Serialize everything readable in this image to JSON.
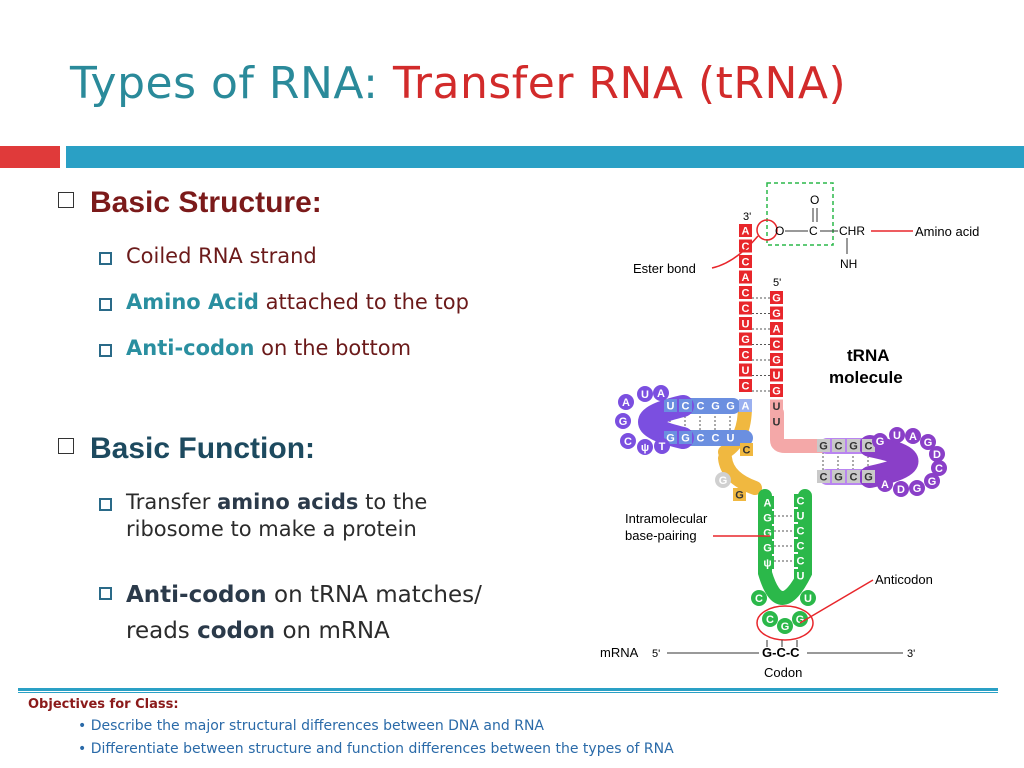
{
  "slide": {
    "title_prefix": "Types of RNA:",
    "title_accent": "Transfer RNA (tRNA)",
    "sections": [
      {
        "heading": "Basic Structure:",
        "bullets": [
          {
            "parts": [
              "Coiled RNA strand"
            ]
          },
          {
            "parts": [
              "Amino Acid",
              " attached to the top"
            ]
          },
          {
            "parts": [
              "Anti-codon",
              " on the bottom"
            ]
          }
        ]
      },
      {
        "heading": "Basic Function:",
        "bullets": [
          {
            "parts": [
              "Transfer ",
              "amino acids",
              " to the",
              "ribosome to make a protein"
            ]
          },
          {
            "parts": [
              "Anti-codon",
              " on tRNA matches/",
              "reads ",
              "codon",
              " on mRNA"
            ]
          }
        ]
      }
    ],
    "objectives": {
      "title": "Objectives for Class:",
      "items": [
        "• Describe the major structural differences between DNA and RNA",
        "• Differentiate between structure and function differences between the types of RNA"
      ]
    }
  },
  "diagram": {
    "labels": {
      "three_prime": "3'",
      "five_prime": "5'",
      "ester_bond": "Ester bond",
      "amino_acid": "Amino acid",
      "trna_molecule_1": "tRNA",
      "trna_molecule_2": "molecule",
      "intramolecular_1": "Intramolecular",
      "intramolecular_2": "base-pairing",
      "anticodon": "Anticodon",
      "mrna": "mRNA",
      "mrna_5": "5'",
      "mrna_3": "3'",
      "codon": "Codon",
      "codon_seq": "G-C-C",
      "chem_o": "O",
      "chem_o2": "O",
      "chem_c": "C",
      "chem_chr": "CHR",
      "chem_nh": "NH"
    },
    "acceptor_left": [
      "A",
      "C",
      "C",
      "A",
      "C",
      "C",
      "U",
      "G",
      "C",
      "U",
      "C"
    ],
    "acceptor_right": [
      "G",
      "G",
      "A",
      "C",
      "G",
      "U",
      "G",
      "U"
    ],
    "d_arm_top": [
      "U",
      "C",
      "C",
      "G",
      "G",
      "A"
    ],
    "d_arm_bottom": [
      "G",
      "G",
      "C",
      "C",
      "U"
    ],
    "d_loop": [
      "A",
      "U",
      "A",
      "G",
      "C",
      "ψ",
      "T"
    ],
    "t_arm_top": [
      "G",
      "C",
      "G",
      "C"
    ],
    "t_arm_bottom": [
      "C",
      "G",
      "C",
      "G"
    ],
    "t_loop": [
      "G",
      "U",
      "A",
      "G",
      "D",
      "C",
      "G",
      "G",
      "D",
      "A"
    ],
    "anticodon_left": [
      "A",
      "G",
      "G",
      "G",
      "ψ"
    ],
    "anticodon_right": [
      "C",
      "U",
      "C",
      "C",
      "C",
      "U"
    ],
    "anticodon_loop": [
      "C",
      "G",
      "G"
    ],
    "colors": {
      "acceptor": "#e8262b",
      "acceptor_right": "#f4a8a8",
      "d_arm": "#6b8fe0",
      "d_loop": "#7b4fe0",
      "t_arm": "#b985f0",
      "t_loop": "#8a3fc8",
      "anticodon": "#2bb84a",
      "variable": "#f0b840",
      "unpaired": "#d8d8d8"
    }
  }
}
